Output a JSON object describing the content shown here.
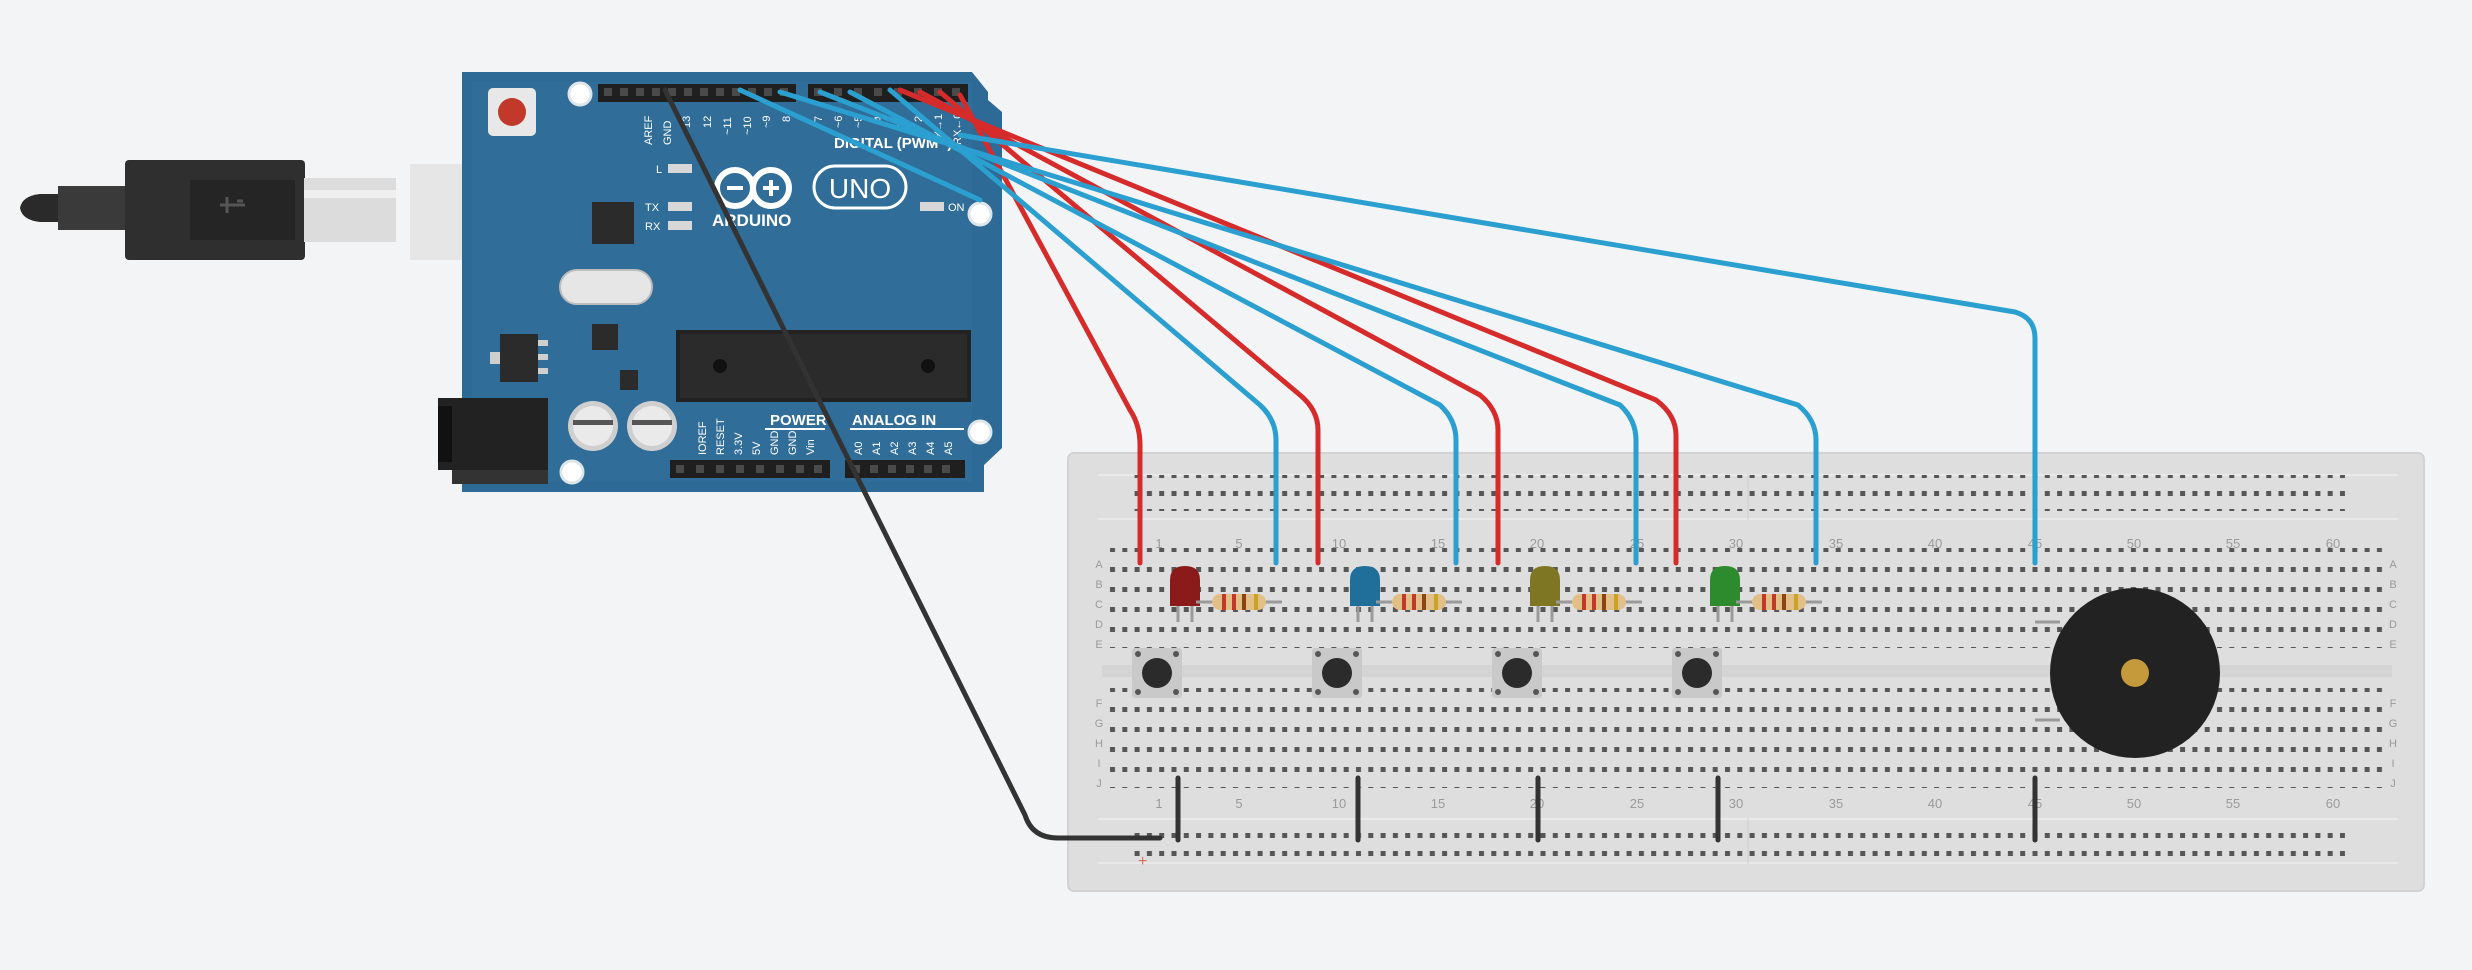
{
  "arduino": {
    "logo_text": "ARDUINO",
    "model": "UNO",
    "digital_label": "DIGITAL (PWM~)",
    "power_label": "POWER",
    "analog_label": "ANALOG IN",
    "led_l": "L",
    "led_tx": "TX",
    "led_rx": "RX",
    "led_on": "ON",
    "top_pins": [
      "AREF",
      "GND",
      "13",
      "12",
      "~11",
      "~10",
      "~9",
      "8",
      "7",
      "~6",
      "~5",
      "4",
      "~3",
      "2",
      "TX→1",
      "RX←0"
    ],
    "power_pins": [
      "IOREF",
      "RESET",
      "3.3V",
      "5V",
      "GND",
      "GND",
      "Vin"
    ],
    "analog_pins": [
      "A0",
      "A1",
      "A2",
      "A3",
      "A4",
      "A5"
    ]
  },
  "breadboard": {
    "row_letters_top": [
      "A",
      "B",
      "C",
      "D",
      "E"
    ],
    "row_letters_bottom": [
      "F",
      "G",
      "H",
      "I",
      "J"
    ],
    "column_numbers": [
      "1",
      "5",
      "10",
      "15",
      "20",
      "25",
      "30",
      "35",
      "40",
      "45",
      "50",
      "55",
      "60"
    ],
    "rail_plus": "+"
  },
  "leds": [
    {
      "color": "#8b1a1a"
    },
    {
      "color": "#1f6f9a"
    },
    {
      "color": "#7e7622"
    },
    {
      "color": "#2d8a2d"
    }
  ],
  "wire_colors": {
    "signal": "#2ba0d0",
    "power": "#d62b2b",
    "ground": "#333333"
  }
}
